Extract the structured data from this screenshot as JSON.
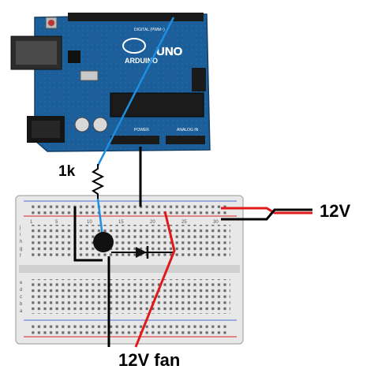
{
  "board": {
    "brand": "ARDUINO",
    "model": "UNO",
    "digital_header_text": "DIGITAL (PWM~)",
    "power_label": "POWER",
    "analog_label": "ANALOG IN",
    "board_color": "#1e5f9a",
    "pcb_accent": "#2a7bc1"
  },
  "labels": {
    "resistor": "1k",
    "supply": "12V",
    "load": "12V fan"
  },
  "breadboard": {
    "row_letters_top": [
      "j",
      "i",
      "h",
      "g",
      "f"
    ],
    "row_letters_bottom": [
      "e",
      "d",
      "c",
      "b",
      "a"
    ],
    "column_numbers": [
      "1",
      "5",
      "10",
      "15",
      "20",
      "25",
      "30"
    ]
  },
  "wire_colors": {
    "signal": "#1c8fe0",
    "positive": "#e0191b",
    "negative": "#000000"
  }
}
